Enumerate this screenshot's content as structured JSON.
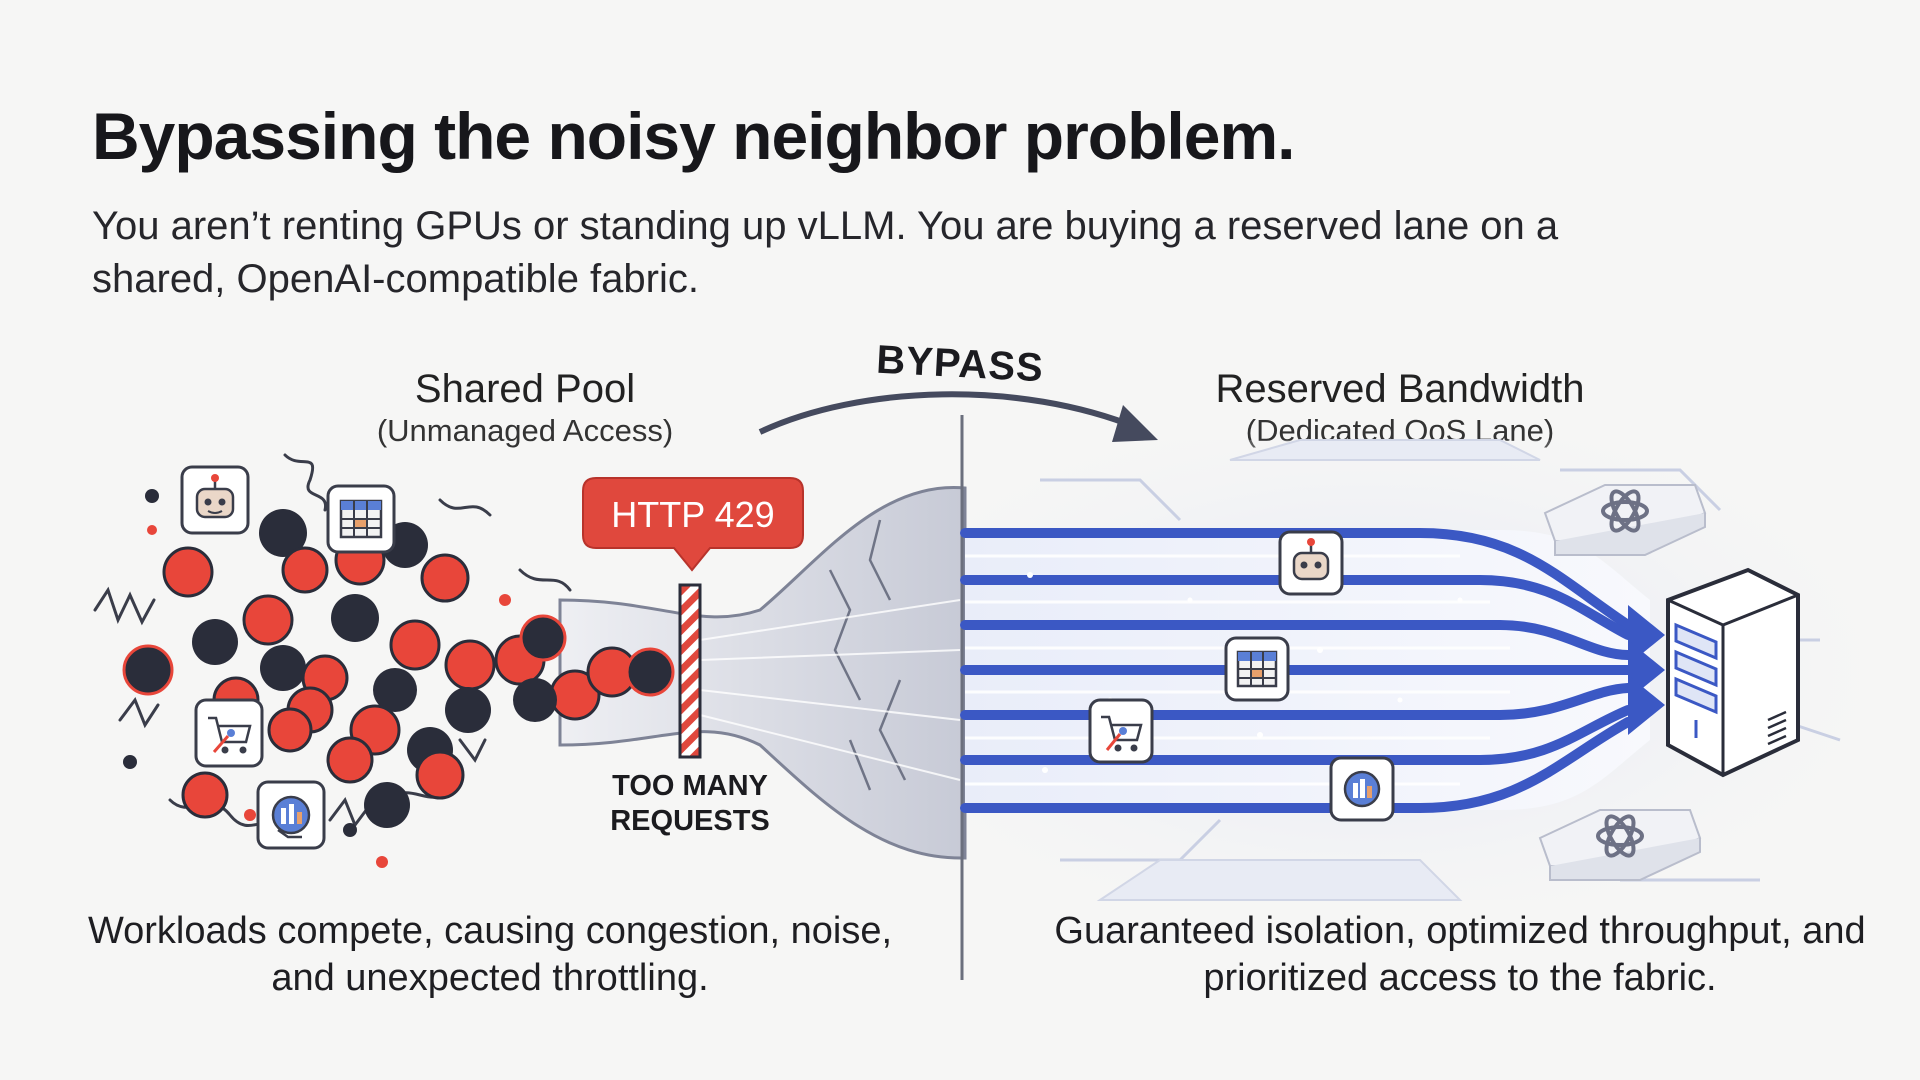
{
  "title": "Bypassing the noisy neighbor problem.",
  "subtitle": "You aren’t renting GPUs or standing up vLLM. You are buying a reserved lane on a shared, OpenAI-compatible fabric.",
  "bypass_label": "BYPASS",
  "left": {
    "heading": "Shared Pool",
    "subheading": "(Unmanaged Access)",
    "error_badge": "HTTP 429",
    "warning_line1": "TOO MANY",
    "warning_line2": "REQUESTS",
    "caption": "Workloads compete, causing congestion, noise, and unexpected throttling."
  },
  "right": {
    "heading": "Reserved Bandwidth",
    "subheading": "(Dedicated QoS Lane)",
    "caption": "Guaranteed isolation, optimized throughput, and prioritized access to the fabric."
  },
  "colors": {
    "red": "#e8463a",
    "dark": "#2a2d3a",
    "blue_lane": "#3b58c4",
    "barrier_red": "#e0483d"
  },
  "icons": [
    "robot-icon",
    "table-icon",
    "cart-icon",
    "analytics-icon",
    "server-icon",
    "openai-logo-icon"
  ]
}
